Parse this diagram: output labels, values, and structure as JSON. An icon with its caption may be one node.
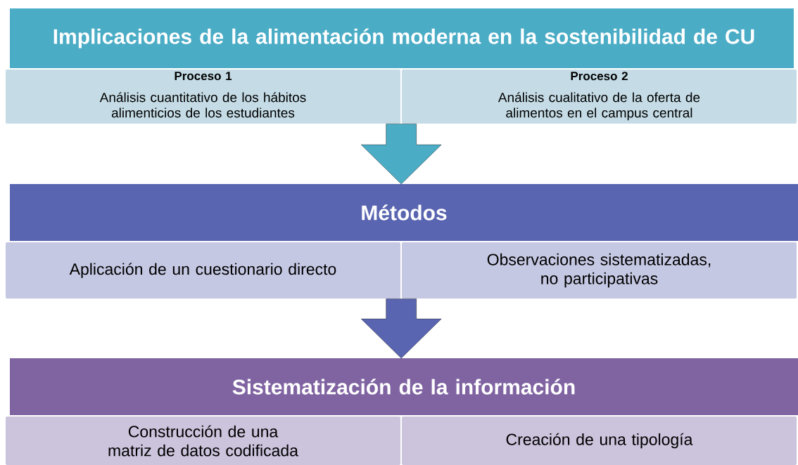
{
  "diagram": {
    "nodes": [
      {
        "text": [
          "Implicaciones de la alimentación moderna en la sostenibilidad de CU"
        ]
      },
      {
        "text": [
          "Proceso 1",
          "Análisis cuantitativo de los hábitos alimenticios de los estudiantes"
        ]
      },
      {
        "text": [
          "Proceso 2",
          "Análisis cualitativo de la oferta de alimentos en el campus central"
        ]
      },
      {
        "text": [
          "Métodos"
        ]
      },
      {
        "text": [
          "Aplicación de un cuestionario directo"
        ]
      },
      {
        "text": [
          "Observaciones sistematizadas, no participativas"
        ]
      },
      {
        "text": [
          "Sistematización de la información"
        ]
      },
      {
        "text": [
          "Construcción de una matriz de datos codificada"
        ]
      },
      {
        "text": [
          "Creación de una tipología"
        ]
      }
    ],
    "edges": [
      {
        "from": 1,
        "to": 3,
        "arrow": "to",
        "color": "#4bacc6"
      },
      {
        "from": 2,
        "to": 3,
        "arrow": "to",
        "color": "#4bacc6"
      },
      {
        "from": 4,
        "to": 6,
        "arrow": "to",
        "color": "#5965b0"
      },
      {
        "from": 5,
        "to": 6,
        "arrow": "to",
        "color": "#5965b0"
      }
    ]
  }
}
